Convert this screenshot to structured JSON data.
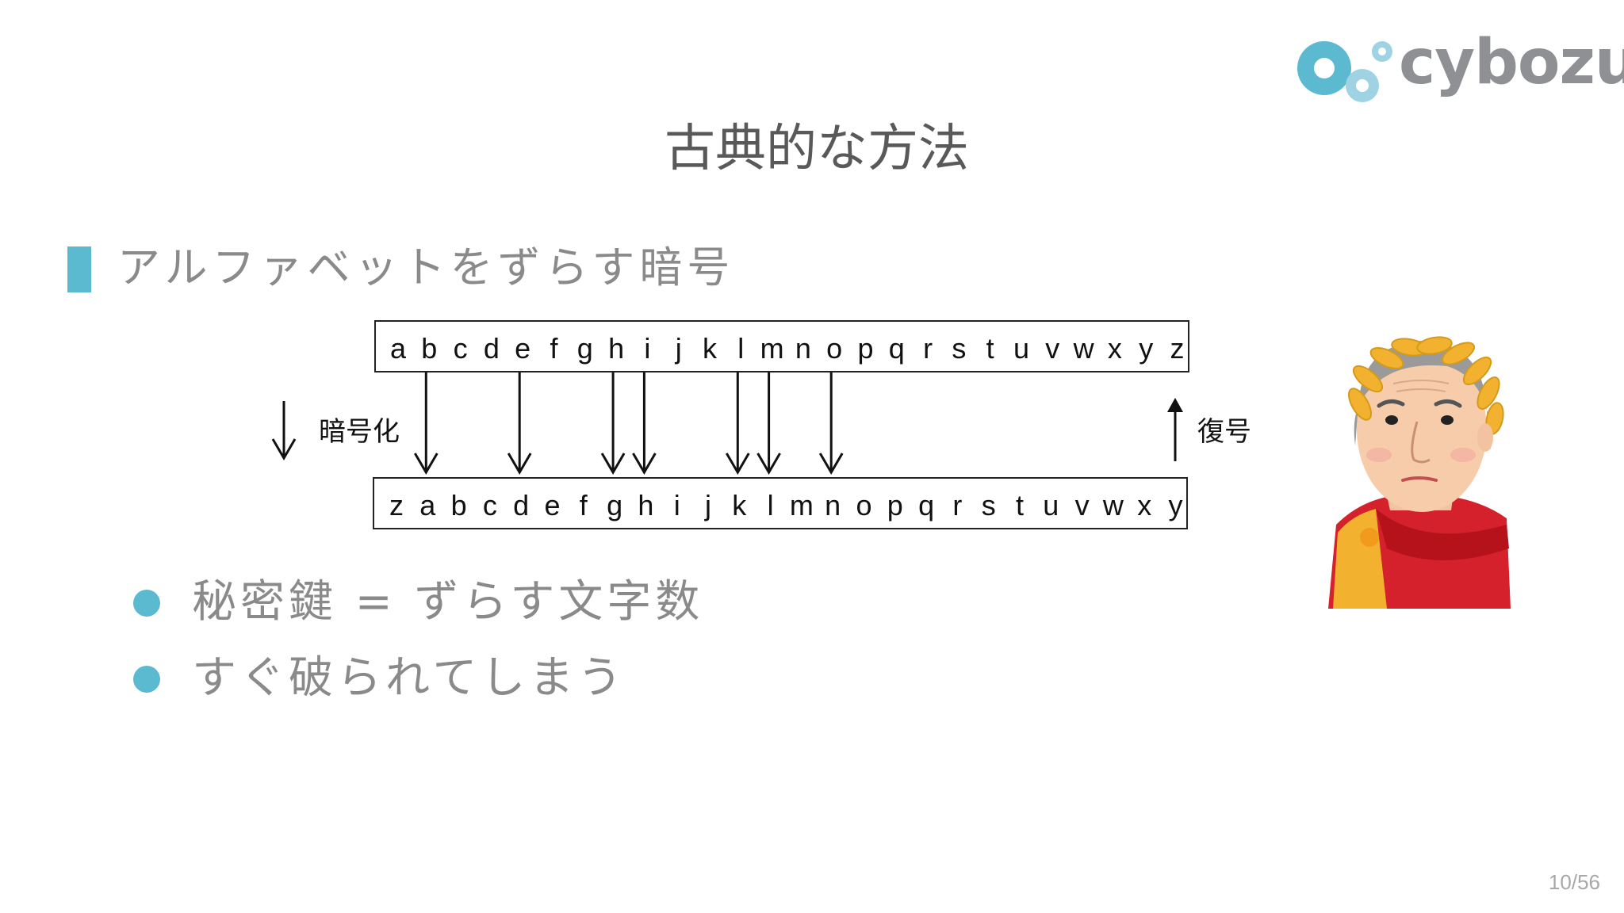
{
  "logo": {
    "text": "cybozu",
    "color_dark": "#5bbad0",
    "color_light": "#9fd3e3"
  },
  "title": "古典的な方法",
  "section": {
    "heading": "アルファベットをずらす暗号",
    "accent_color": "#5bbad0"
  },
  "diagram": {
    "plain": [
      "a",
      "b",
      "c",
      "d",
      "e",
      "f",
      "g",
      "h",
      "i",
      "j",
      "k",
      "l",
      "m",
      "n",
      "o",
      "p",
      "q",
      "r",
      "s",
      "t",
      "u",
      "v",
      "w",
      "x",
      "y",
      "z"
    ],
    "cipher": [
      "z",
      "a",
      "b",
      "c",
      "d",
      "e",
      "f",
      "g",
      "h",
      "i",
      "j",
      "k",
      "l",
      "m",
      "n",
      "o",
      "p",
      "q",
      "r",
      "s",
      "t",
      "u",
      "v",
      "w",
      "x",
      "y"
    ],
    "encrypt_label": "暗号化",
    "decrypt_label": "復号"
  },
  "bullets": [
    {
      "text": "秘密鍵 = ずらす文字数"
    },
    {
      "text": "すぐ破られてしまう"
    }
  ],
  "illustration": {
    "icon": "julius-caesar-portrait"
  },
  "page_number": "10/56"
}
